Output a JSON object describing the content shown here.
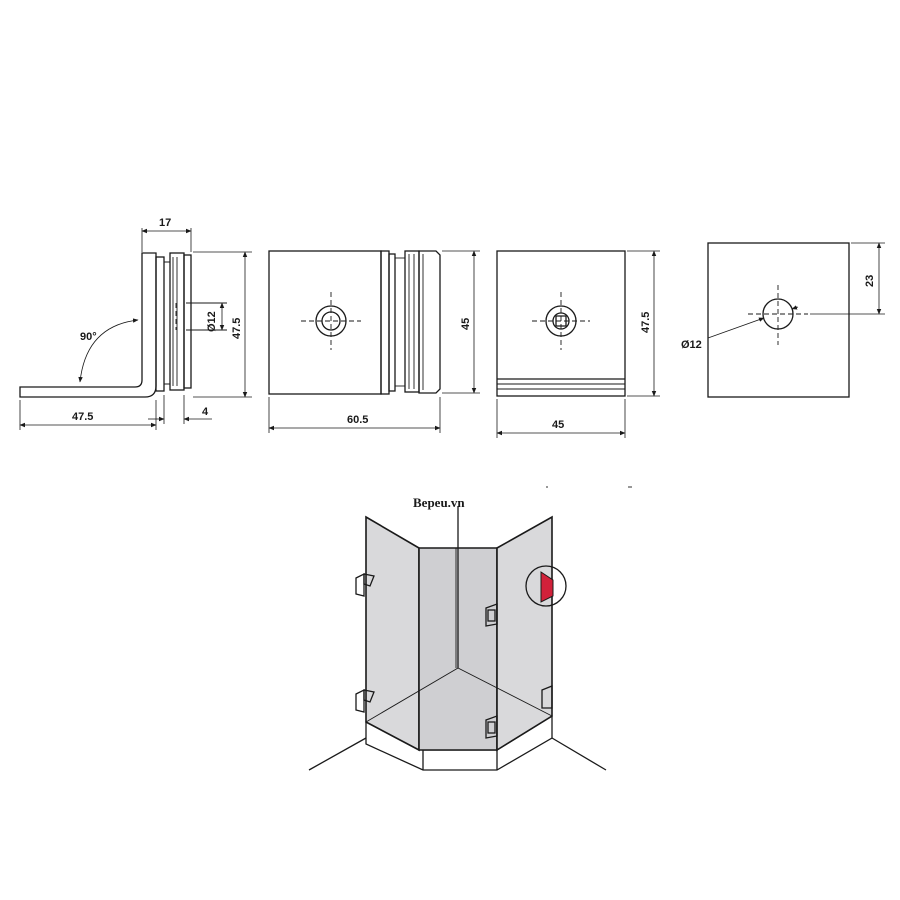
{
  "colors": {
    "line": "#1a1a1a",
    "glass": "#d9d9db",
    "highlight": "#d1213a",
    "background": "#ffffff"
  },
  "side_view": {
    "dim_top": "17",
    "dim_height": "47.5",
    "dim_hole": "Ø12",
    "dim_base": "47.5",
    "dim_thickness": "4",
    "angle": "90°"
  },
  "front_view": {
    "dim_width": "60.5",
    "dim_height": "45"
  },
  "clamp_view": {
    "dim_width": "45",
    "dim_height": "47.5"
  },
  "plate_view": {
    "dim_offset": "23",
    "dim_hole": "Ø12"
  },
  "illustration": {
    "watermark": "Bepeu.vn"
  }
}
